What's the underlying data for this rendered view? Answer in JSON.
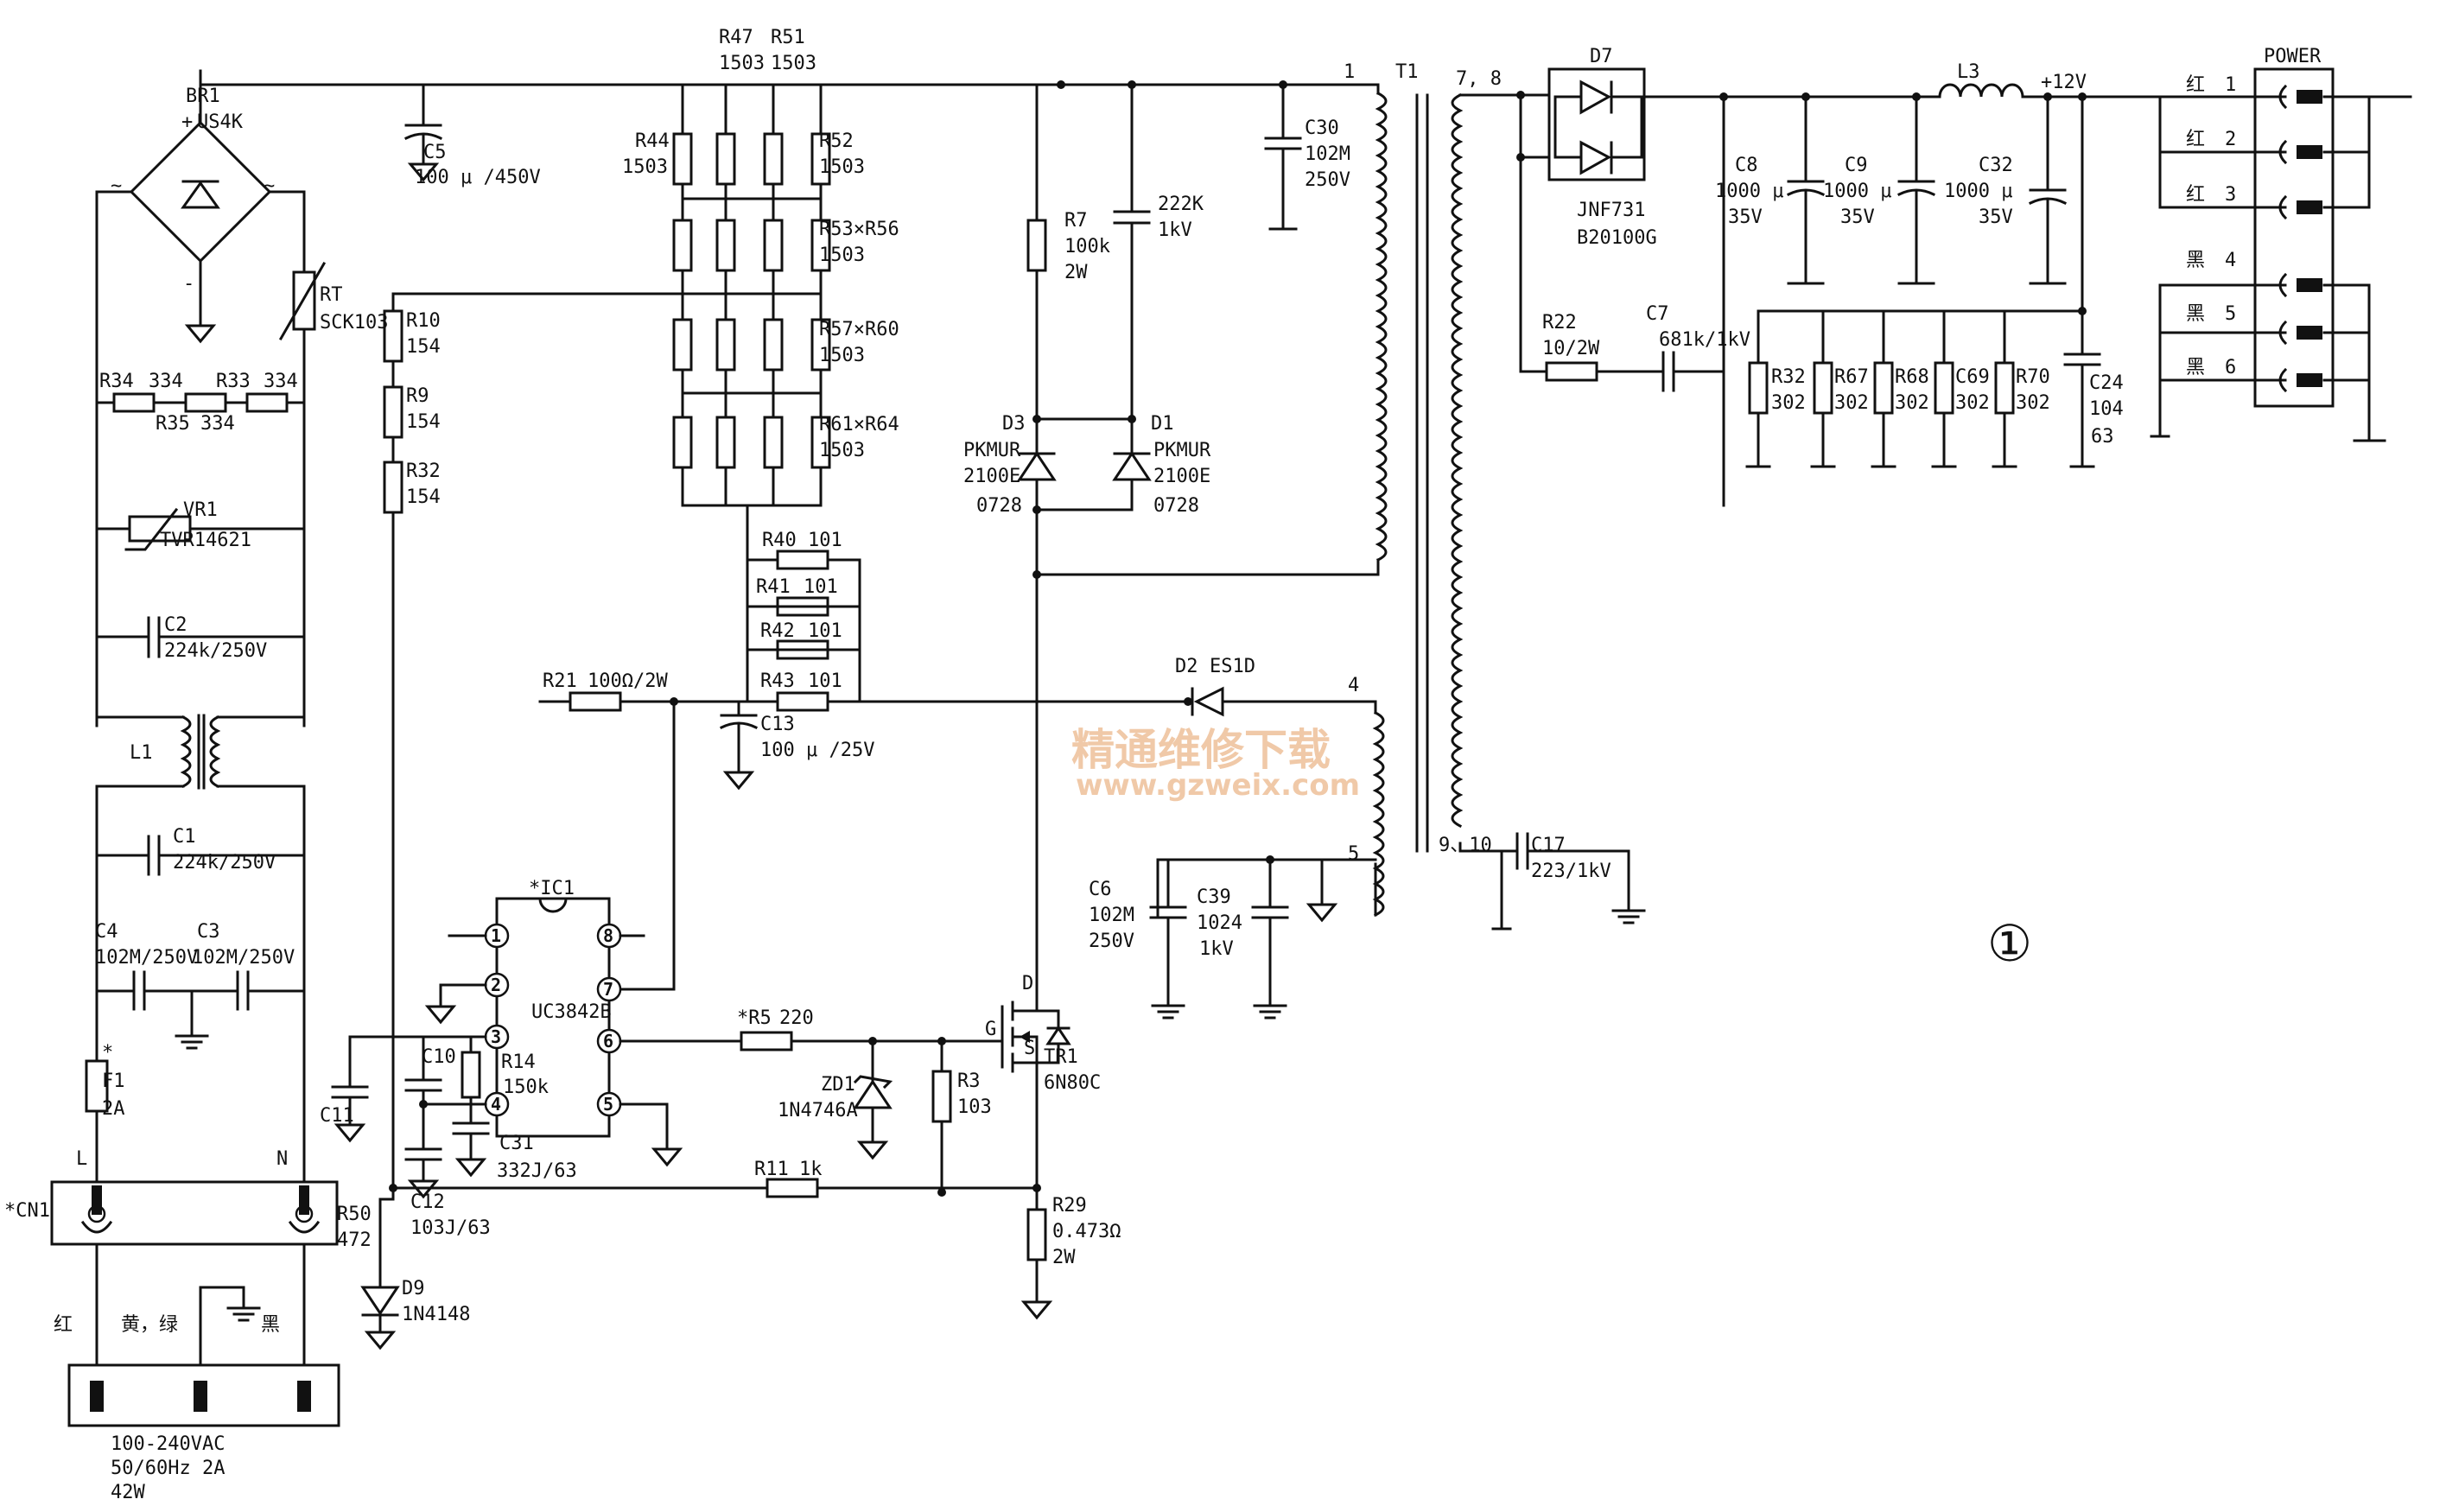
{
  "labels": {
    "br1": "BR1",
    "us4k": "US4K",
    "plus": "+",
    "minus": "-",
    "tilde": "~",
    "rt": "RT",
    "sck103": "SCK103",
    "r34": "R34",
    "v334a": "334",
    "r33": "R33",
    "v334b": "334",
    "r35": "R35",
    "v334c": "334",
    "vr1": "VR1",
    "tvr": "TVR14621",
    "c2": "C2",
    "c2v": "224k/250V",
    "l1": "L1",
    "c1": "C1",
    "c1v": "224k/250V",
    "c4": "C4",
    "c4v": "102M/250V",
    "c3": "C3",
    "c3v": "102M/250V",
    "f1": "F1",
    "f1star": "*",
    "f1v": "2A",
    "L": "L",
    "N": "N",
    "cn1": "*CN1",
    "red": "红",
    "yelgrn": "黄，绿",
    "black": "黑",
    "ac1": "100-240VAC",
    "ac2": "50/60Hz 2A",
    "ac3": "42W",
    "c5": "C5",
    "c5v": "100 μ /450V",
    "r47": "R47",
    "r51": "R51",
    "v1503a": "1503",
    "v1503b": "1503",
    "r44": "R44",
    "v1503c": "1503",
    "r52": "R52",
    "v1503d": "1503",
    "r53": "R53×R56",
    "v1503e": "1503",
    "r57": "R57×R60",
    "v1503f": "1503",
    "r61": "R61×R64",
    "v1503g": "1503",
    "r10": "R10",
    "v154a": "154",
    "r9": "R9",
    "v154b": "154",
    "r32l": "R32",
    "v154c": "154",
    "r40": "R40",
    "v101a": "101",
    "r41": "R41",
    "v101b": "101",
    "r42": "R42",
    "v101c": "101",
    "r43": "R43",
    "v101d": "101",
    "r21": "R21",
    "r21v": "100Ω/2W",
    "c13": "C13",
    "c13v": "100 μ /25V",
    "ic1": "*IC1",
    "ic1type": "UC3842B",
    "p1": "1",
    "p2": "2",
    "p3": "3",
    "p4": "4",
    "p5": "5",
    "p6": "6",
    "p7": "7",
    "p8": "8",
    "c10": "C10",
    "c11": "C11",
    "r14": "R14",
    "r14v": "150k",
    "c31": "C31",
    "c31v": "332J/63",
    "c12": "C12",
    "c12v": "103J/63",
    "r50": "R50",
    "r50v": "472",
    "d9": "D9",
    "d9v": "1N4148",
    "r5": "*R5",
    "r5v": "220",
    "zd1": "ZD1",
    "zd1v": "1N4746A",
    "r3": "R3",
    "r3v": "103",
    "r11": "R11",
    "r11v": "1k",
    "r29": "R29",
    "r29v": "0.473Ω",
    "r29w": "2W",
    "tr1": "TR1",
    "tr1v": "6N80C",
    "gD": "D",
    "gG": "G",
    "gS": "S",
    "r7": "R7",
    "r7v": "100k",
    "r7w": "2W",
    "c222": "222K",
    "c222v": "1kV",
    "d3": "D3",
    "d3a": "PKMUR",
    "d3b": "2100E",
    "d3c": "0728",
    "d1": "D1",
    "d1a": "PKMUR",
    "d1b": "2100E",
    "d1c": "0728",
    "c30": "C30",
    "c30a": "102M",
    "c30b": "250V",
    "t1": "T1",
    "t1p1": "1",
    "t1p4": "4",
    "t1p5": "5",
    "t1p78": "7, 8",
    "t1p910": "9、10",
    "d2": "D2",
    "d2v": "ES1D",
    "c6": "C6",
    "c6a": "102M",
    "c6b": "250V",
    "c39": "C39",
    "c39a": "1024",
    "c39b": "1kV",
    "c17": "C17",
    "c17v": "223/1kV",
    "d7": "D7",
    "d7a": "JNF731",
    "d7b": "B20100G",
    "r22": "R22",
    "r22v": "10/2W",
    "c7": "C7",
    "c7v": "681k/1kV",
    "l3": "L3",
    "p12v": "+12V",
    "c8": "C8",
    "c8a": "1000 μ",
    "c8b": "35V",
    "c9": "C9",
    "c9a": "1000 μ",
    "c9b": "35V",
    "c32": "C32",
    "c32a": "1000 μ",
    "c32b": "35V",
    "r32": "R32",
    "r32v": "302",
    "r67": "R67",
    "r67v": "302",
    "r68": "R68",
    "r68v": "302",
    "c69": "C69",
    "c69v": "302",
    "r70": "R70",
    "r70v": "302",
    "c24": "C24",
    "c24a": "104",
    "c24b": "63",
    "power": "POWER",
    "o1c": "红",
    "o1n": "1",
    "o2c": "红",
    "o2n": "2",
    "o3c": "红",
    "o3n": "3",
    "o4c": "黑",
    "o4n": "4",
    "o5c": "黑",
    "o5n": "5",
    "o6c": "黑",
    "o6n": "6",
    "fig": "①",
    "wm1": "精通维修下载",
    "wm2": "www.gzweix.com"
  }
}
